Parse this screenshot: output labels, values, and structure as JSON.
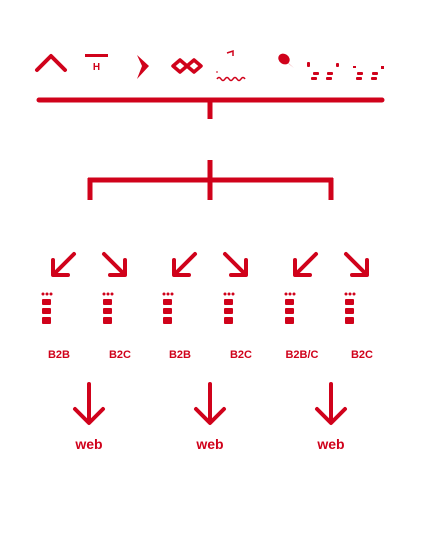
{
  "colors": {
    "accent": "#d0021b",
    "background": "#ffffff"
  },
  "icons": [
    "chevron-up-icon",
    "hotel-sign-icon",
    "paper-plane-icon",
    "dropbox-logo-icon",
    "boat-on-waves-icon",
    "rocket-icon",
    "footprints-icon",
    "dotted-trail-icon"
  ],
  "branches": [
    {
      "left": {
        "label": "B2B"
      },
      "right": {
        "label": "B2C"
      },
      "output": {
        "label": "web"
      }
    },
    {
      "left": {
        "label": "B2B"
      },
      "right": {
        "label": "B2C"
      },
      "output": {
        "label": "web"
      }
    },
    {
      "left": {
        "label": "B2B/C"
      },
      "right": {
        "label": "B2C"
      },
      "output": {
        "label": "web"
      }
    }
  ]
}
